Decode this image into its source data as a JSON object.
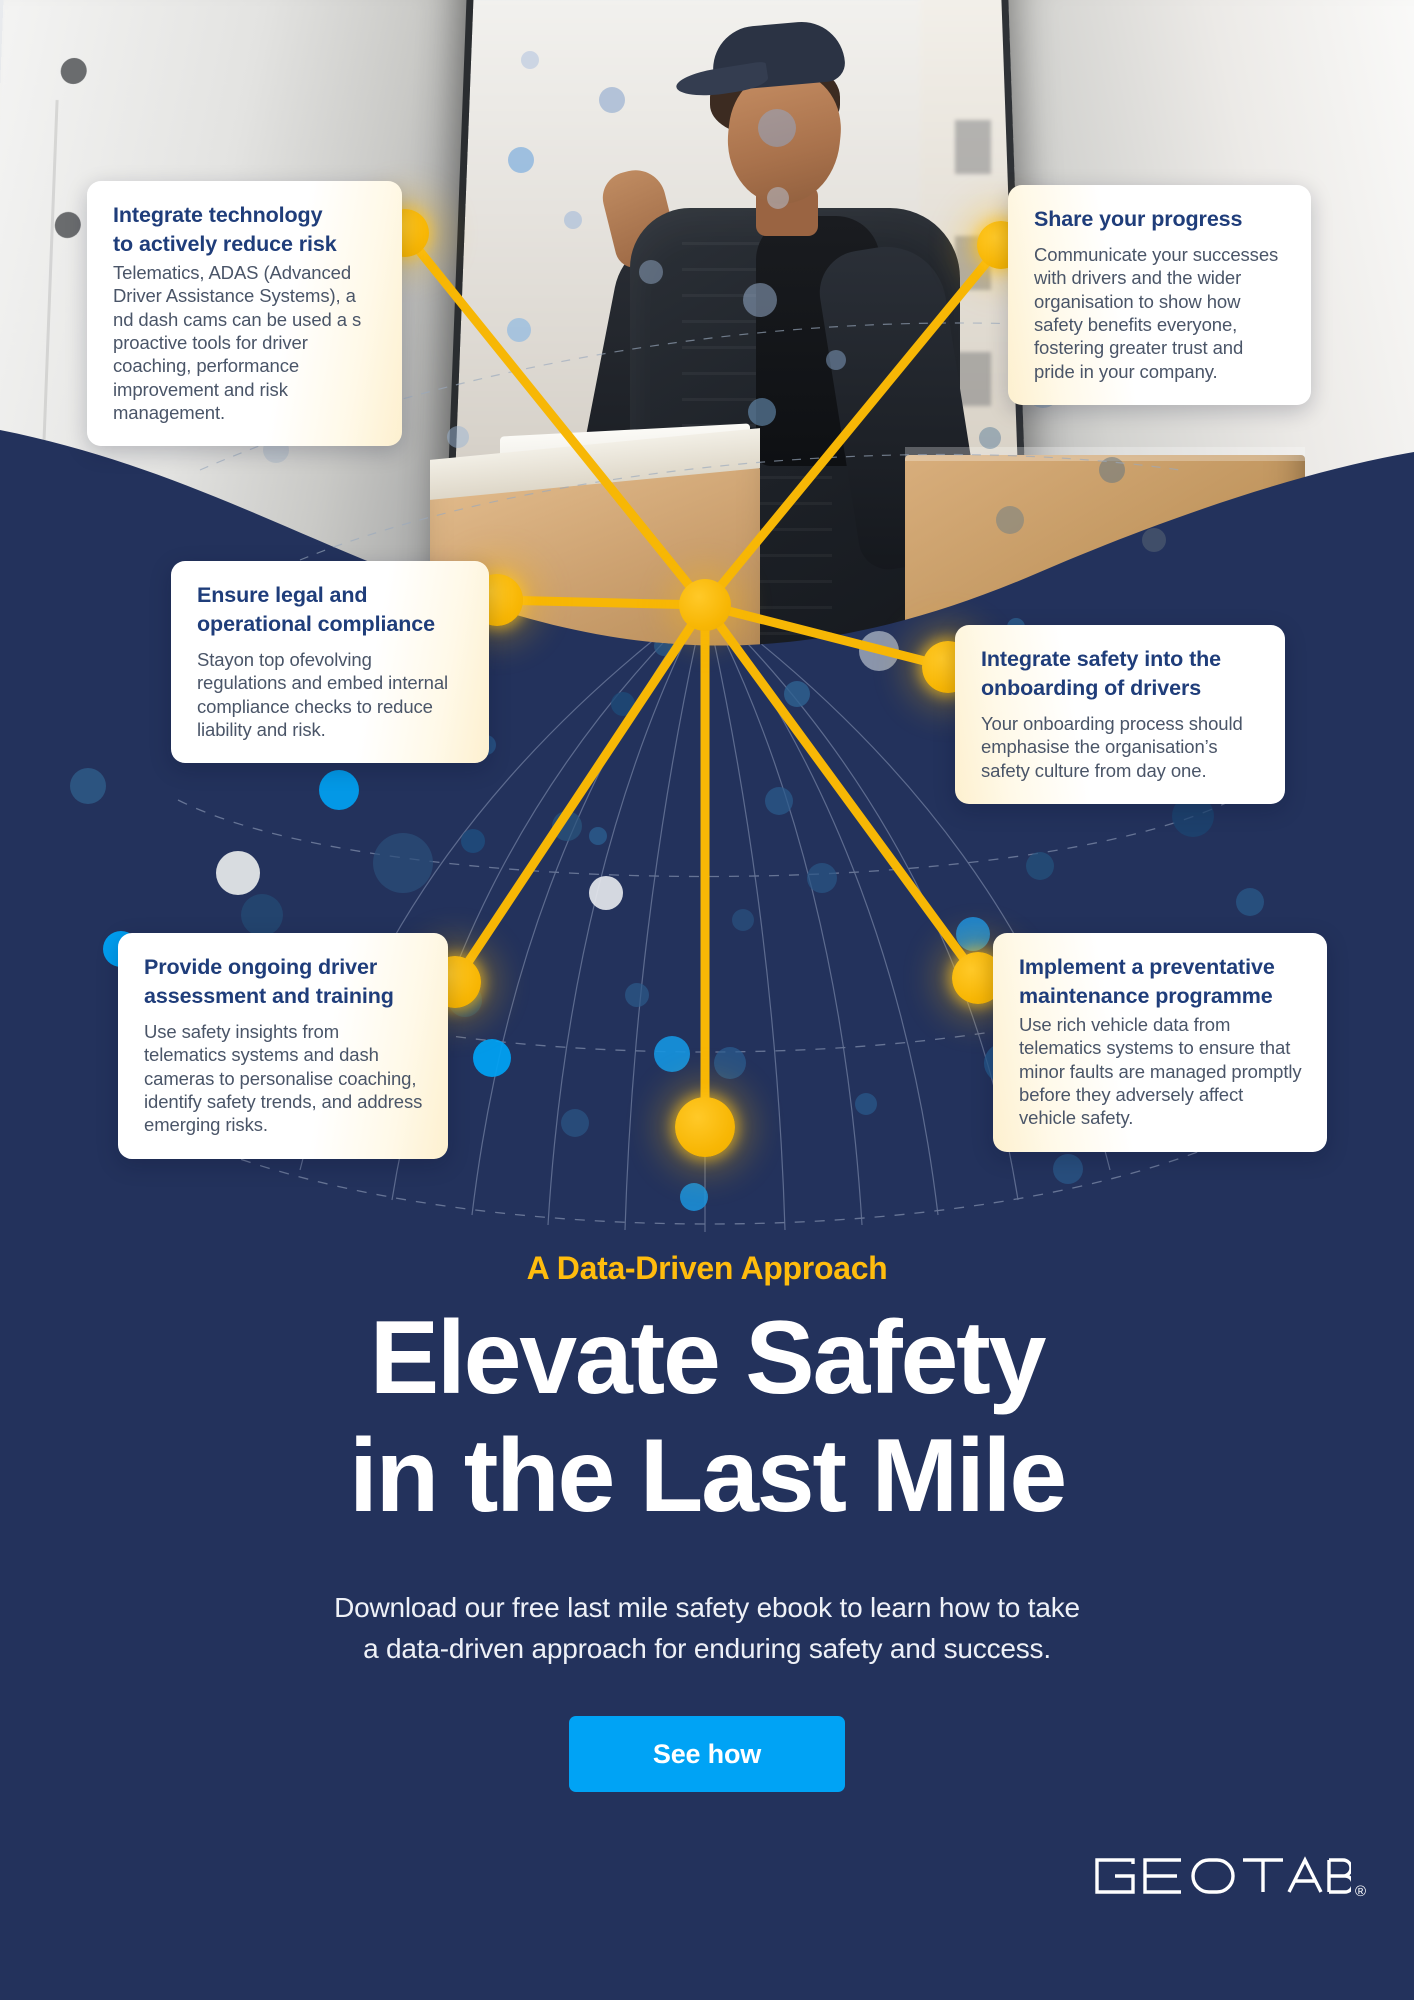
{
  "brand": {
    "name": "GEOTAB",
    "registered_mark": "®",
    "navy": "#23325c",
    "yellow": "#ffbc0d",
    "cta_blue": "#00a3f5",
    "heading_blue": "#1f3d7a"
  },
  "cards": [
    {
      "id": "integrate-technology",
      "title_line1": "Integrate technology",
      "title_line2": "to actively reduce risk",
      "body": "Telematics, ADAS (Advanced Driver Assistance Systems), a nd dash cams can be used a s proactive tools for driver coaching, performance improvement and risk management."
    },
    {
      "id": "share-progress",
      "title_line1": "Share your progress",
      "title_line2": "",
      "body": "Communicate your successes with drivers and the wider organisation to show how safety benefits everyone, fostering greater trust and pride in your company."
    },
    {
      "id": "legal-compliance",
      "title_line1": "Ensure legal and",
      "title_line2": "operational compliance",
      "body": "Stayon top ofevolving regulations and embed internal compliance checks to reduce liability and risk."
    },
    {
      "id": "onboarding-safety",
      "title_line1": "Integrate safety into the",
      "title_line2": "onboarding of drivers",
      "body": "Your onboarding process should  emphasise  the organisation’s    safety culture from day one."
    },
    {
      "id": "driver-assessment",
      "title_line1": "Provide ongoing driver",
      "title_line2": "assessment and training",
      "body": "Use safety insights from telematics systems and dash cameras to personalise coaching, identify safety trends, and address emerging risks."
    },
    {
      "id": "preventative-maintenance",
      "title_line1": "Implement a preventative",
      "title_line2": "maintenance programme",
      "body": "Use rich vehicle data from telematics systems to ensure that minor faults are managed promptly before they adversely affect vehicle safety."
    }
  ],
  "promo": {
    "eyebrow": "A Data-Driven Approach",
    "headline_line1": "Elevate Safety",
    "headline_line2": "in the Last Mile",
    "subhead_line1": "Download our free last mile safety ebook to learn how to take",
    "subhead_line2": "a data-driven approach for enduring safety and success.",
    "cta_label": "See how"
  }
}
